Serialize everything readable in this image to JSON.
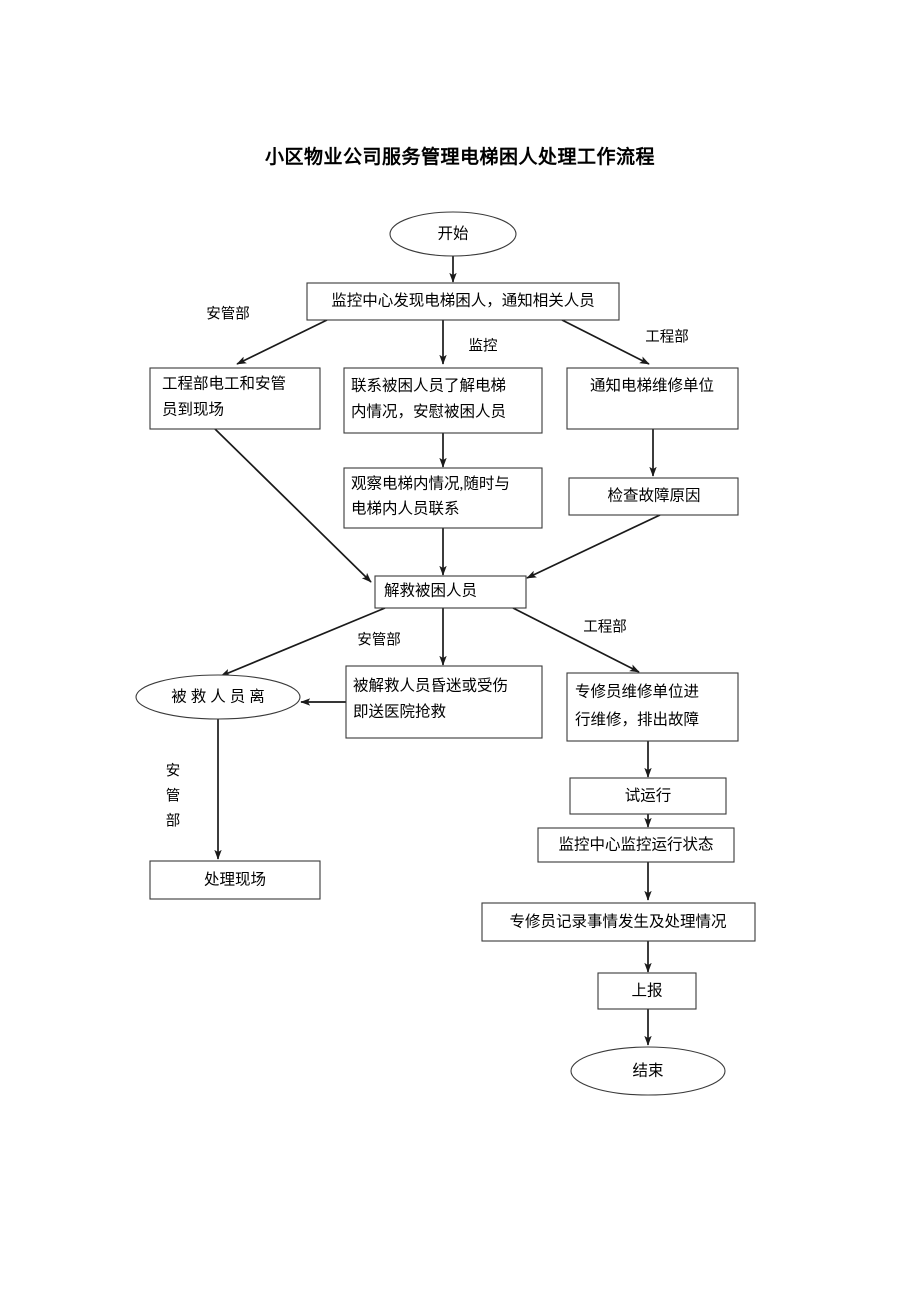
{
  "document": {
    "title": "小区物业公司服务管理电梯困人处理工作流程"
  },
  "theme": {
    "page_background": "#ffffff",
    "node_fill": "#ffffff",
    "node_stroke": "#3a3a3a",
    "connector_color": "#1a1a1a",
    "text_color": "#000000"
  },
  "flowchart": {
    "type": "flowchart",
    "nodes": [
      {
        "id": "start",
        "shape": "ellipse",
        "text": "开始",
        "lines": [
          "开始"
        ]
      },
      {
        "id": "monitor",
        "shape": "box",
        "text": "监控中心发现电梯困人，通知相关人员",
        "lines": [
          "监控中心发现电梯困人，通知相关人员"
        ]
      },
      {
        "id": "onsite",
        "shape": "box",
        "text": "工程部电工和安管员到现场",
        "lines": [
          "工程部电工和安管",
          "员到现场"
        ]
      },
      {
        "id": "contact",
        "shape": "box",
        "text": "联系被困人员了解电梯内情况，安慰被困人员",
        "lines": [
          "联系被困人员了解电梯",
          "内情况，安慰被困人员"
        ]
      },
      {
        "id": "notify",
        "shape": "box",
        "text": "通知电梯维修单位",
        "lines": [
          "通知电梯维修单位"
        ]
      },
      {
        "id": "observe",
        "shape": "box",
        "text": "观察电梯内情况,随时与电梯内人员联系",
        "lines": [
          "观察电梯内情况,随时与",
          "电梯内人员联系"
        ]
      },
      {
        "id": "inspect",
        "shape": "box",
        "text": "检查故障原因",
        "lines": [
          "检查故障原因"
        ]
      },
      {
        "id": "rescue",
        "shape": "box",
        "text": "解救被困人员",
        "lines": [
          "解救被困人员"
        ]
      },
      {
        "id": "leave",
        "shape": "ellipse",
        "text": "被救人员离",
        "lines": [
          "被救人员离"
        ]
      },
      {
        "id": "hospital",
        "shape": "box",
        "text": "被解救人员昏迷或受伤即送医院抢救",
        "lines": [
          "被解救人员昏迷或受伤",
          "即送医院抢救"
        ]
      },
      {
        "id": "repair",
        "shape": "box",
        "text": "专修员维修单位进行维修，排出故障",
        "lines": [
          "专修员维修单位进",
          "行维修，排出故障"
        ]
      },
      {
        "id": "handle_site",
        "shape": "box",
        "text": "处理现场",
        "lines": [
          "处理现场"
        ]
      },
      {
        "id": "trial_run",
        "shape": "box",
        "text": "试运行",
        "lines": [
          "试运行"
        ]
      },
      {
        "id": "monitor_run",
        "shape": "box",
        "text": "监控中心监控运行状态",
        "lines": [
          "监控中心监控运行状态"
        ]
      },
      {
        "id": "record",
        "shape": "box",
        "text": "专修员记录事情发生及处理情况",
        "lines": [
          "专修员记录事情发生及处理情况"
        ]
      },
      {
        "id": "report",
        "shape": "box",
        "text": "上报",
        "lines": [
          "上报"
        ]
      },
      {
        "id": "end",
        "shape": "ellipse",
        "text": "结束",
        "lines": [
          "结束"
        ]
      }
    ],
    "edge_labels": [
      {
        "id": "lbl_anguan_top",
        "text": "安管部"
      },
      {
        "id": "lbl_jiankong",
        "text": "监控"
      },
      {
        "id": "lbl_gongcheng_top",
        "text": "工程部"
      },
      {
        "id": "lbl_anguan_mid",
        "text": "安管部"
      },
      {
        "id": "lbl_gongcheng_mid",
        "text": "工程部"
      },
      {
        "id": "lbl_anguan_vert",
        "text": "安管部",
        "chars": [
          "安",
          "管",
          "部"
        ],
        "orientation": "vertical"
      }
    ],
    "edges": [
      {
        "from": "start",
        "to": "monitor"
      },
      {
        "from": "monitor",
        "to": "onsite",
        "label": "安管部"
      },
      {
        "from": "monitor",
        "to": "contact",
        "label": "监控"
      },
      {
        "from": "monitor",
        "to": "notify",
        "label": "工程部"
      },
      {
        "from": "contact",
        "to": "observe"
      },
      {
        "from": "notify",
        "to": "inspect"
      },
      {
        "from": "onsite",
        "to": "rescue"
      },
      {
        "from": "observe",
        "to": "rescue"
      },
      {
        "from": "inspect",
        "to": "rescue"
      },
      {
        "from": "rescue",
        "to": "leave",
        "label": "安管部"
      },
      {
        "from": "rescue",
        "to": "hospital"
      },
      {
        "from": "rescue",
        "to": "repair",
        "label": "工程部"
      },
      {
        "from": "hospital",
        "to": "leave"
      },
      {
        "from": "leave",
        "to": "handle_site",
        "label": "安管部"
      },
      {
        "from": "repair",
        "to": "trial_run"
      },
      {
        "from": "trial_run",
        "to": "monitor_run"
      },
      {
        "from": "monitor_run",
        "to": "record"
      },
      {
        "from": "record",
        "to": "report"
      },
      {
        "from": "report",
        "to": "end"
      }
    ]
  }
}
